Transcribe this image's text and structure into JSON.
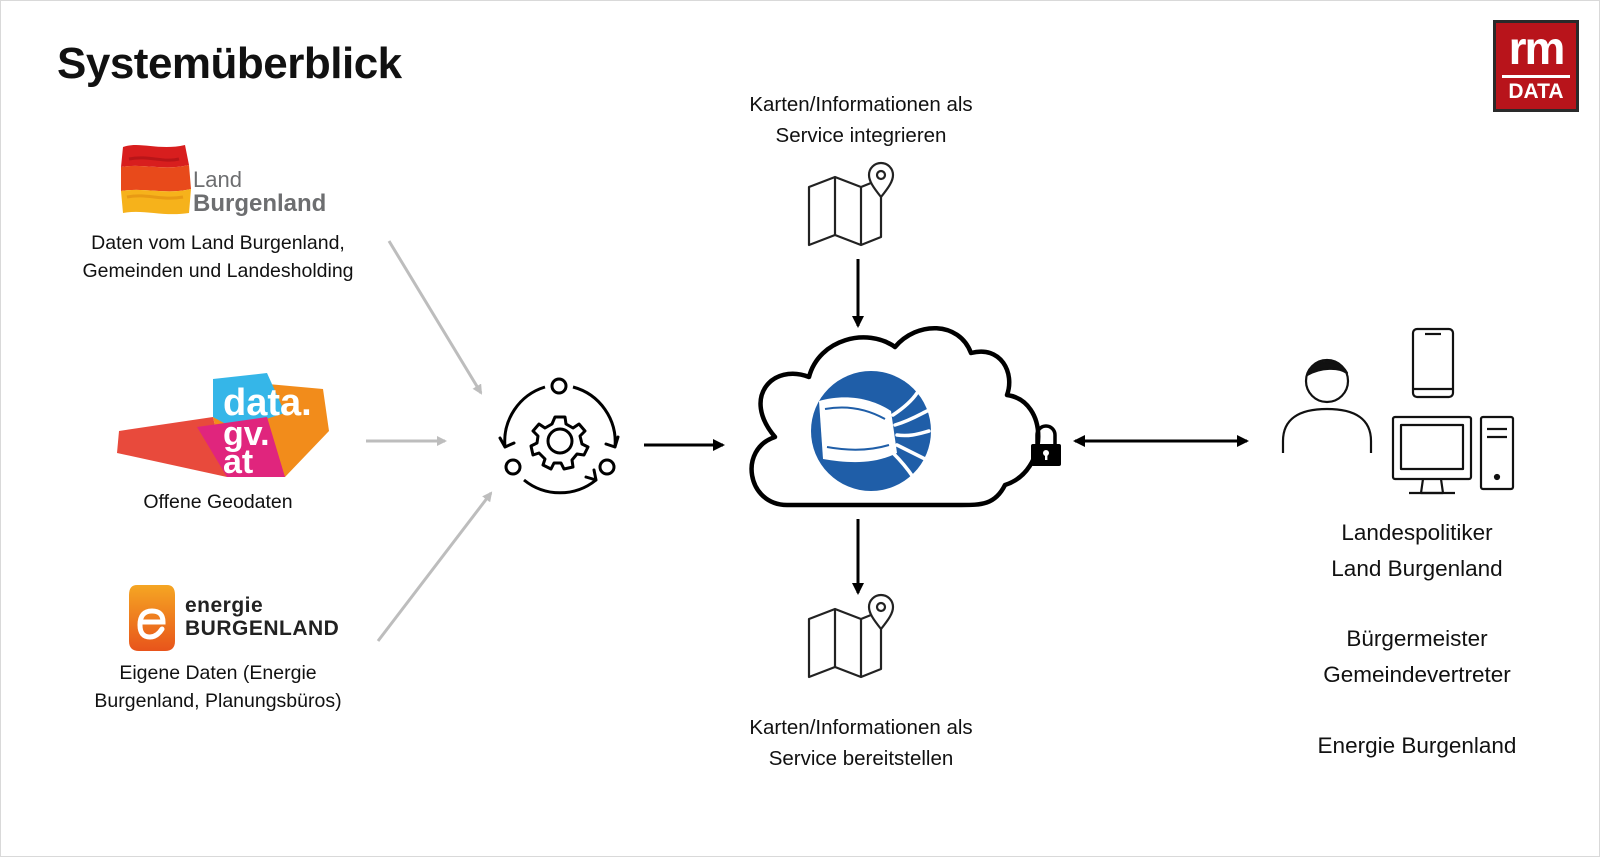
{
  "title": "Systemüberblick",
  "brand": {
    "line1": "rm",
    "line2": "DATA"
  },
  "sources": {
    "land": {
      "logo_line1": "Land",
      "logo_line2": "Burgenland",
      "caption_line1": "Daten vom Land Burgenland,",
      "caption_line2": "Gemeinden und Landesholding"
    },
    "datagv": {
      "logo_line1": "data.",
      "logo_line2": "gv.",
      "logo_line3": "at",
      "caption_line1": "Offene Geodaten"
    },
    "energie": {
      "logo_line1": "energie",
      "logo_line2": "BURGENLAND",
      "caption_line1": "Eigene Daten (Energie",
      "caption_line2": "Burgenland, Planungsbüros)"
    }
  },
  "top_service": {
    "line1": "Karten/Informationen als",
    "line2": "Service integrieren"
  },
  "bottom_service": {
    "line1": "Karten/Informationen als",
    "line2": "Service bereitstellen"
  },
  "audience": {
    "group1_line1": "Landespolitiker",
    "group1_line2": "Land Burgenland",
    "group2_line1": "Bürgermeister",
    "group2_line2": "Gemeindevertreter",
    "group3_line1": "Energie Burgenland"
  },
  "icons": [
    "land-burgenland-flag-icon",
    "data-gv-at-logo",
    "energie-burgenland-logo",
    "processing-gear-cycle-icon",
    "cloud-icon",
    "fiber-cable-icon",
    "lock-icon",
    "map-pin-icon",
    "user-icon",
    "smartphone-icon",
    "desktop-computer-icon"
  ],
  "colors": {
    "brand_red": "#b8141b",
    "cloud_badge_blue": "#1f5ea8",
    "arrow_gray": "#bdbdbd",
    "datagv_orange": "#f28c1b",
    "datagv_pink": "#e0257d",
    "datagv_cyan": "#35b6e8",
    "datagv_red": "#e84a3c",
    "energie_orange": "#f07d1a"
  }
}
